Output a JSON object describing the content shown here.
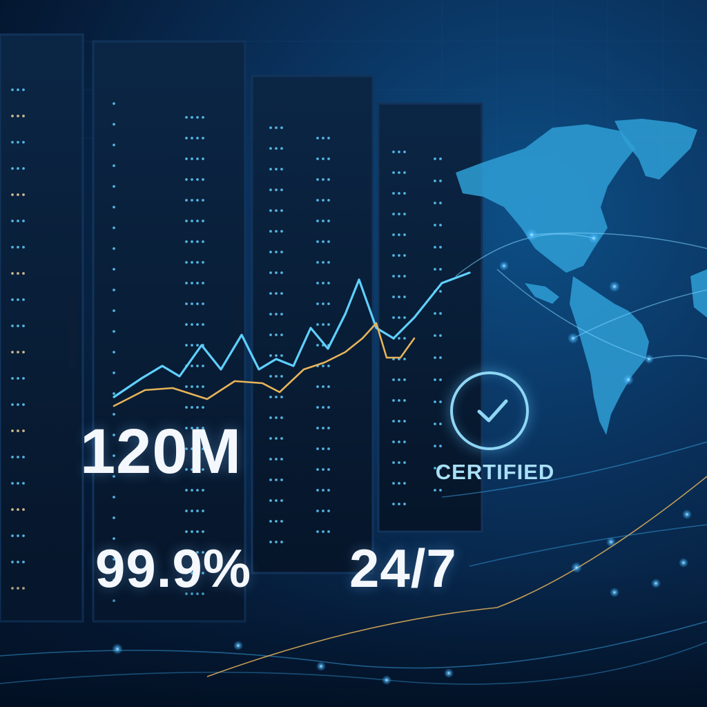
{
  "stats": {
    "main_value": "120M",
    "uptime_value": "99.9%",
    "support_value": "24/7"
  },
  "badge": {
    "label": "CERTIFIED",
    "icon": "check-icon"
  },
  "colors": {
    "accent_cyan": "#5fd0ff",
    "accent_gold": "#e8b45a",
    "text": "#f4f8fc",
    "badge_ring": "#8fd6f5"
  }
}
